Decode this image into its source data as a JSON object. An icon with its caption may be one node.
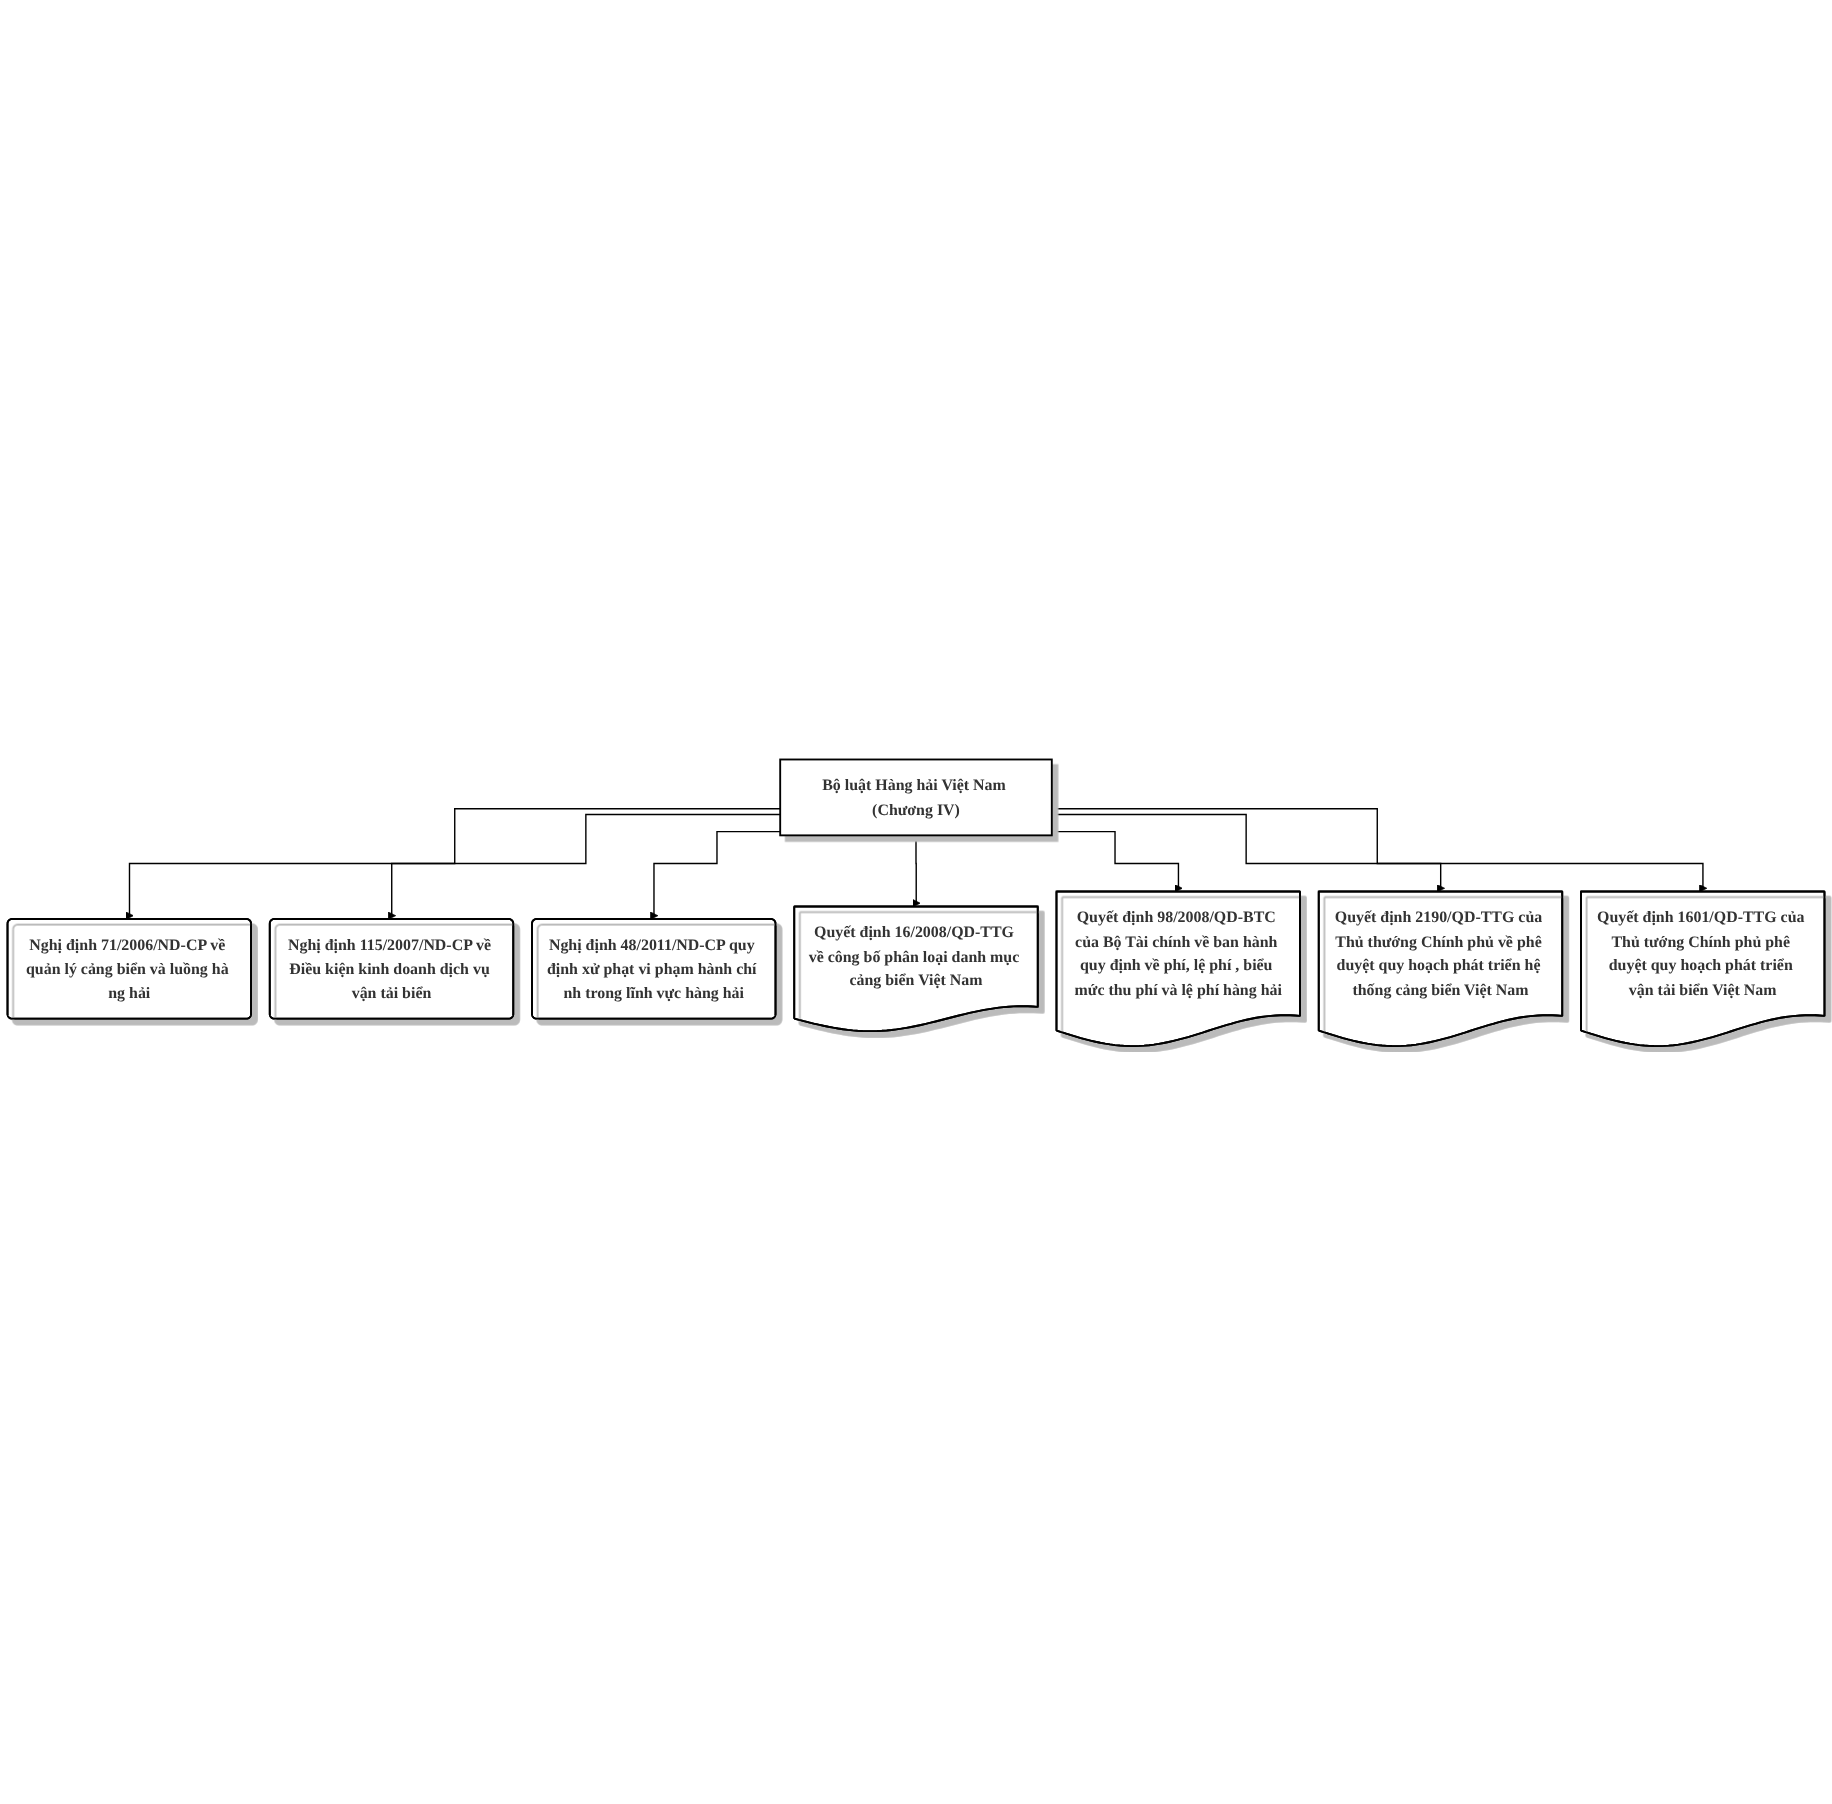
{
  "diagram": {
    "nodes": [
      {
        "text": [
          "Bộ luật Hàng hải Việt Nam (Chương IV)"
        ]
      },
      {
        "text": [
          "Nghị định 71/2006/ND-CP về quản lý cảng biển và luồng hà ng hải"
        ]
      },
      {
        "text": [
          "Nghị định 115/2007/ND-CP về Điều kiện kinh doanh dịch vụ vận tải biển"
        ]
      },
      {
        "text": [
          "Nghị định 48/2011/ND-CP quy định xử phạt vi phạm hành chí nh trong lĩnh vực hàng hải"
        ]
      },
      {
        "text": [
          "Quyết định 16/2008/QD-TTG về công bố phân loại danh mục cảng biển Việt Nam"
        ]
      },
      {
        "text": [
          "Quyết định 98/2008/QD-BTC của Bộ Tài chính về ban hành quy định về phí, lệ phí , biểu mức thu phí và lệ phí hàng hải"
        ]
      },
      {
        "text": [
          "Quyết định 2190/QD-TTG của Thủ thướng Chính phủ về phê duyệt quy hoạch phát triển hệ thống cảng biển Việt Nam"
        ]
      },
      {
        "text": [
          "Quyết định 1601/QD-TTG của Thủ tướng Chính phủ phê duyệt quy hoạch phát triển vận tải biển Việt Nam"
        ]
      }
    ],
    "edges": [
      {
        "from": 0,
        "to": 1,
        "arrow": "to"
      },
      {
        "from": 0,
        "to": 2,
        "arrow": "to"
      },
      {
        "from": 0,
        "to": 3,
        "arrow": "to"
      },
      {
        "from": 0,
        "to": 4,
        "arrow": "to"
      },
      {
        "from": 0,
        "to": 5,
        "arrow": "to"
      },
      {
        "from": 0,
        "to": 6,
        "arrow": "to"
      },
      {
        "from": 0,
        "to": 7,
        "arrow": "to"
      }
    ]
  }
}
